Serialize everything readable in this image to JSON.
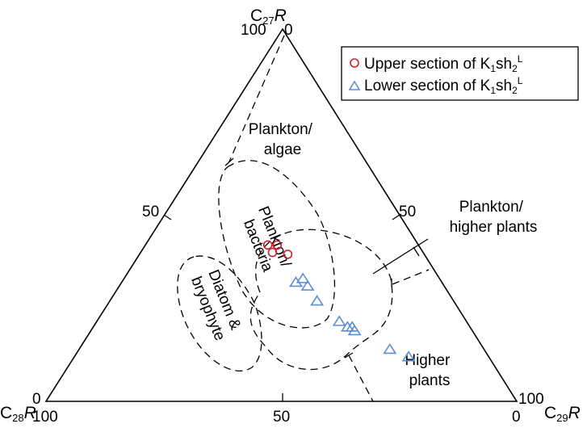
{
  "chart_data": {
    "type": "scatter",
    "subtype": "ternary",
    "title": "",
    "axes": {
      "top": {
        "label": "C",
        "subscript": "27",
        "suffix": "R",
        "ticks": [
          "100",
          "0"
        ],
        "mid_tick": "50"
      },
      "left": {
        "label": "C",
        "subscript": "28",
        "suffix": "R",
        "ticks": [
          "0",
          "100"
        ],
        "mid_tick": "50"
      },
      "right": {
        "label": "C",
        "subscript": "29",
        "suffix": "R",
        "ticks": [
          "100",
          "0"
        ],
        "mid_tick": "50"
      },
      "bottom_mid_tick": "50",
      "range": [
        0,
        100
      ]
    },
    "legend": {
      "position": "top-right",
      "entries": [
        {
          "marker": "circle",
          "color": "#d0202a",
          "text": "Upper section of K",
          "sub": "1",
          "mid": "sh",
          "sub2": "2",
          "sup": "L"
        },
        {
          "marker": "triangle",
          "color": "#5b8fd6",
          "text": "Lower section of K",
          "sub": "1",
          "mid": "sh",
          "sub2": "2",
          "sup": "L"
        }
      ]
    },
    "series": [
      {
        "name": "Upper section of K1sh2L",
        "marker": "circle",
        "color": "#d0202a",
        "points": [
          {
            "C27": 42,
            "C28": 32,
            "C29": 26
          },
          {
            "C27": 42,
            "C28": 30,
            "C29": 28
          },
          {
            "C27": 40,
            "C28": 32,
            "C29": 28
          },
          {
            "C27": 39.5,
            "C28": 29,
            "C29": 31.5
          }
        ]
      },
      {
        "name": "Lower section of K1sh2L",
        "marker": "triangle",
        "color": "#5b8fd6",
        "points": [
          {
            "C27": 32,
            "C28": 31,
            "C29": 37
          },
          {
            "C27": 33,
            "C28": 29,
            "C29": 38
          },
          {
            "C27": 31,
            "C28": 29,
            "C29": 40
          },
          {
            "C27": 27,
            "C28": 29,
            "C29": 44
          },
          {
            "C27": 21.5,
            "C28": 27,
            "C29": 51.5
          },
          {
            "C27": 20,
            "C28": 26,
            "C29": 54
          },
          {
            "C27": 20,
            "C28": 25,
            "C29": 55
          },
          {
            "C27": 19,
            "C28": 25,
            "C29": 56
          },
          {
            "C27": 14,
            "C28": 20,
            "C29": 66
          },
          {
            "C27": 12,
            "C28": 17,
            "C29": 71
          }
        ]
      }
    ],
    "regions": [
      {
        "name": "Plankton/algae",
        "lines": [
          "Plankton/",
          "algae"
        ]
      },
      {
        "name": "Plankton/bacteria",
        "lines": [
          "Plankton/",
          "bacteria"
        ]
      },
      {
        "name": "Diatom & bryophyte",
        "lines": [
          "Diatom &",
          "bryophyte"
        ]
      },
      {
        "name": "Plankton/higher plants",
        "lines": [
          "Plankton/",
          "higher plants"
        ]
      },
      {
        "name": "Higher plants",
        "lines": [
          "Higher",
          "plants"
        ]
      }
    ]
  }
}
